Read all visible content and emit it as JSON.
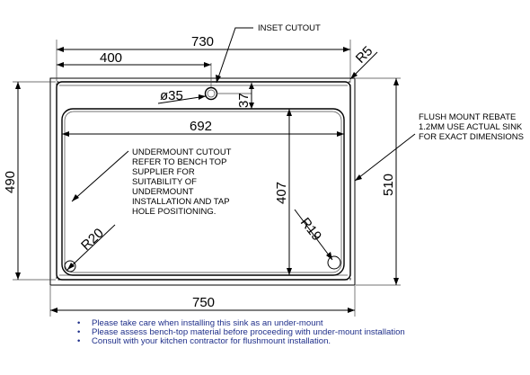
{
  "dimensions": {
    "overall_width": "730",
    "tap_offset": "400",
    "rebate_radius": "R5",
    "tap_hole_diameter": "ø35",
    "tap_hole_offset": "37",
    "bowl_width": "692",
    "overall_height": "490",
    "bowl_depth": "407",
    "outer_height": "510",
    "left_radius": "R20",
    "right_radius": "R19",
    "outer_width": "750"
  },
  "callouts": {
    "inset_cutout": "INSET CUTOUT",
    "flush_mount": [
      "FLUSH MOUNT REBATE",
      "1.2MM USE ACTUAL SINK",
      "FOR EXACT DIMENSIONS"
    ],
    "undermount": [
      "UNDERMOUNT CUTOUT",
      "REFER TO BENCH TOP",
      "SUPPLIER FOR",
      "SUITABILITY OF",
      "UNDERMOUNT",
      "INSTALLATION AND TAP",
      "HOLE POSITIONING."
    ]
  },
  "notes": [
    "Please take care when installing this sink as an under-mount",
    "Please assess bench-top material before proceeding with under-mount installation",
    "Consult with your kitchen contractor for flushmount installation."
  ]
}
